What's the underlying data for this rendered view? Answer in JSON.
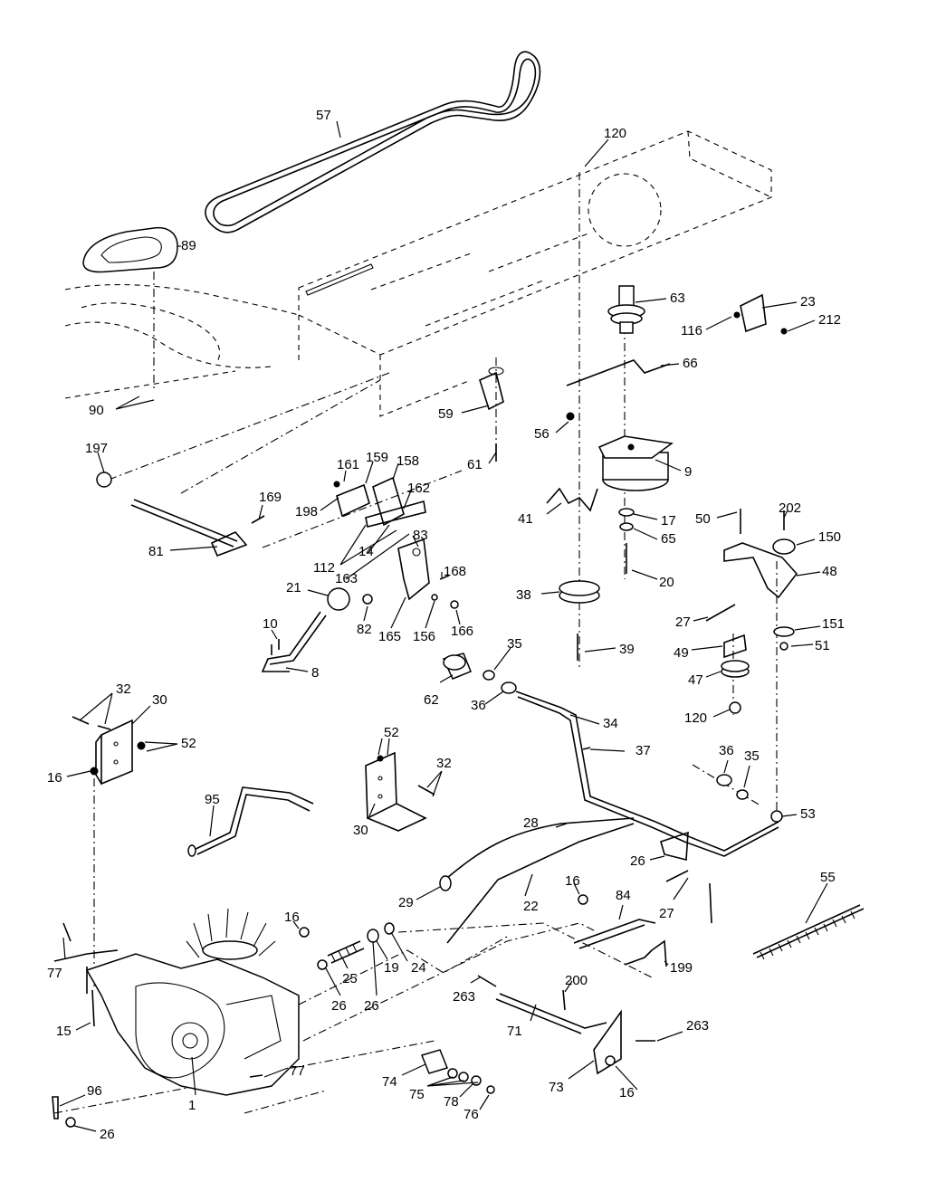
{
  "callouts": [
    {
      "id": "57"
    },
    {
      "id": "120"
    },
    {
      "id": "89"
    },
    {
      "id": "63"
    },
    {
      "id": "23"
    },
    {
      "id": "116"
    },
    {
      "id": "212"
    },
    {
      "id": "66"
    },
    {
      "id": "90"
    },
    {
      "id": "59"
    },
    {
      "id": "56"
    },
    {
      "id": "61"
    },
    {
      "id": "9"
    },
    {
      "id": "197"
    },
    {
      "id": "161"
    },
    {
      "id": "159"
    },
    {
      "id": "158"
    },
    {
      "id": "169"
    },
    {
      "id": "198"
    },
    {
      "id": "162"
    },
    {
      "id": "41"
    },
    {
      "id": "17"
    },
    {
      "id": "202"
    },
    {
      "id": "50"
    },
    {
      "id": "150"
    },
    {
      "id": "65"
    },
    {
      "id": "81"
    },
    {
      "id": "83"
    },
    {
      "id": "112"
    },
    {
      "id": "14"
    },
    {
      "id": "168"
    },
    {
      "id": "163"
    },
    {
      "id": "20"
    },
    {
      "id": "48"
    },
    {
      "id": "21"
    },
    {
      "id": "38"
    },
    {
      "id": "27"
    },
    {
      "id": "151"
    },
    {
      "id": "10"
    },
    {
      "id": "82"
    },
    {
      "id": "165"
    },
    {
      "id": "156"
    },
    {
      "id": "166"
    },
    {
      "id": "39"
    },
    {
      "id": "49"
    },
    {
      "id": "51"
    },
    {
      "id": "35"
    },
    {
      "id": "8"
    },
    {
      "id": "47"
    },
    {
      "id": "62"
    },
    {
      "id": "36"
    },
    {
      "id": "32"
    },
    {
      "id": "30"
    },
    {
      "id": "120"
    },
    {
      "id": "34"
    },
    {
      "id": "52"
    },
    {
      "id": "52"
    },
    {
      "id": "37"
    },
    {
      "id": "16"
    },
    {
      "id": "32"
    },
    {
      "id": "36"
    },
    {
      "id": "35"
    },
    {
      "id": "95"
    },
    {
      "id": "30"
    },
    {
      "id": "53"
    },
    {
      "id": "28"
    },
    {
      "id": "26"
    },
    {
      "id": "55"
    },
    {
      "id": "29"
    },
    {
      "id": "22"
    },
    {
      "id": "16"
    },
    {
      "id": "84"
    },
    {
      "id": "27"
    },
    {
      "id": "16"
    },
    {
      "id": "77"
    },
    {
      "id": "25"
    },
    {
      "id": "19"
    },
    {
      "id": "24"
    },
    {
      "id": "199"
    },
    {
      "id": "26"
    },
    {
      "id": "26"
    },
    {
      "id": "263"
    },
    {
      "id": "200"
    },
    {
      "id": "15"
    },
    {
      "id": "71"
    },
    {
      "id": "263"
    },
    {
      "id": "77"
    },
    {
      "id": "1"
    },
    {
      "id": "74"
    },
    {
      "id": "73"
    },
    {
      "id": "16"
    },
    {
      "id": "75"
    },
    {
      "id": "96"
    },
    {
      "id": "78"
    },
    {
      "id": "76"
    },
    {
      "id": "26"
    }
  ]
}
